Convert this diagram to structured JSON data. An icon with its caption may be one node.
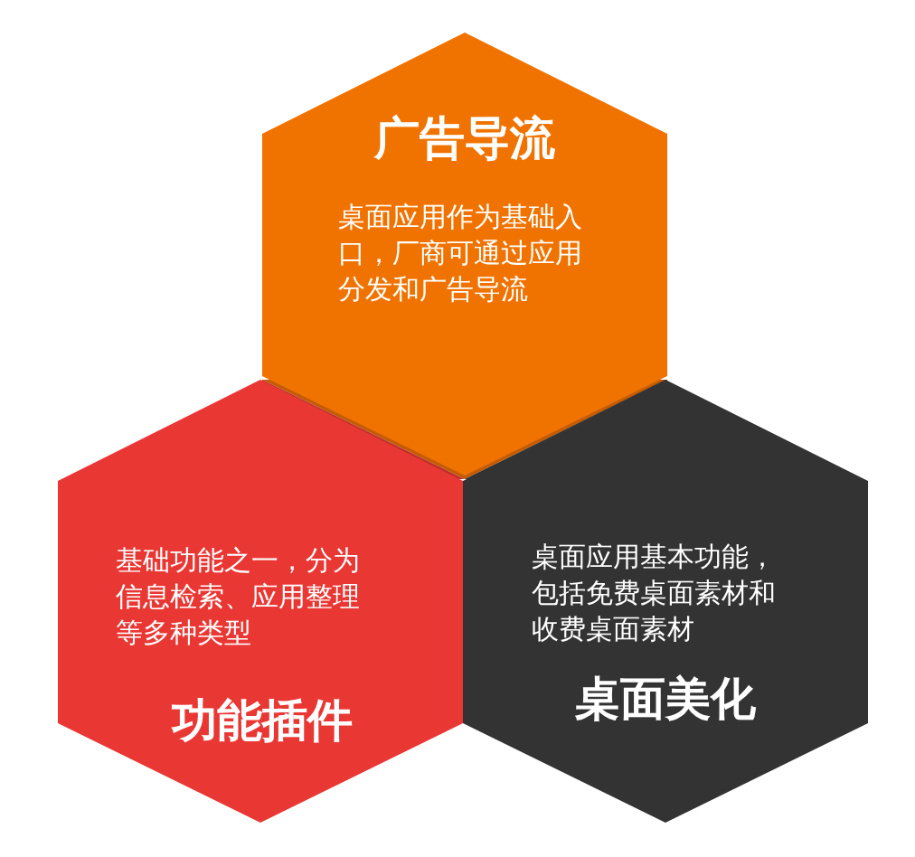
{
  "diagram": {
    "nodes": [
      {
        "text": [
          "广告导流",
          "桌面应用作为基础入口，厂商可通过应用分发和广告导流"
        ]
      },
      {
        "text": [
          "基础功能之一，分为信息检索、应用整理等多种类型",
          "功能插件"
        ]
      },
      {
        "text": [
          "桌面应用基本功能，包括免费桌面素材和收费桌面素材",
          "桌面美化"
        ]
      }
    ]
  }
}
